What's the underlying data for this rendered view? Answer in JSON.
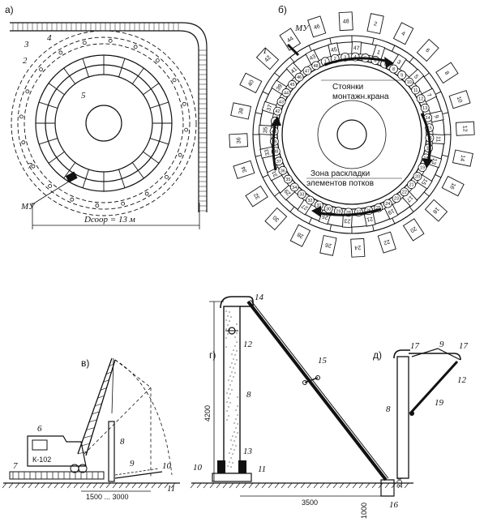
{
  "panels": {
    "a": "а)",
    "b": "б)",
    "v": "в)",
    "g": "г)",
    "d": "д)"
  },
  "panel_a": {
    "labels": [
      "4",
      "3",
      "2",
      "5",
      "7",
      "МУ"
    ],
    "diameter": "Dсоор = 13 м"
  },
  "panel_b": {
    "mu": "МУ",
    "label_1": "1",
    "crane_stops_line1": "Стоянки",
    "crane_stops_line2": "монтажн.крана",
    "layout_zone_line1": "Зона раскладки",
    "layout_zone_line2": "элементов потков",
    "outer_blocks": [
      "2",
      "4",
      "6",
      "8",
      "10",
      "12",
      "14",
      "16",
      "18",
      "20",
      "22",
      "24",
      "26",
      "28",
      "30",
      "32",
      "34",
      "36",
      "38",
      "40",
      "42",
      "44",
      "46",
      "48"
    ],
    "inner_blocks": [
      "1",
      "3",
      "5",
      "7",
      "9",
      "11",
      "13",
      "15",
      "17",
      "19",
      "21",
      "23",
      "25",
      "27",
      "29",
      "31",
      "33",
      "35",
      "37",
      "39",
      "41",
      "43",
      "45",
      "47"
    ],
    "circle_numbers": [
      "1",
      "2",
      "3",
      "4",
      "5",
      "6",
      "7",
      "8",
      "9",
      "10",
      "11",
      "12",
      "13",
      "14",
      "15",
      "16",
      "17",
      "18",
      "19",
      "20",
      "21",
      "22",
      "23",
      "24",
      "25",
      "26",
      "27",
      "28",
      "29",
      "30",
      "31",
      "32",
      "33",
      "34",
      "35",
      "36",
      "37",
      "38",
      "39",
      "40",
      "41",
      "42",
      "43",
      "44",
      "45",
      "46",
      "47",
      "48"
    ]
  },
  "panel_v": {
    "crane": "К-102",
    "labels": [
      "6",
      "7",
      "8",
      "9",
      "10",
      "11"
    ],
    "dimension": "1500 ... 3000"
  },
  "panel_g": {
    "labels": [
      "14",
      "12",
      "8",
      "15",
      "13",
      "10",
      "11",
      "16"
    ],
    "height": "4200",
    "span": "3500",
    "depth": "1000",
    "small": "200"
  },
  "panel_d": {
    "labels": [
      "17",
      "9",
      "17",
      "12",
      "8",
      "19"
    ]
  }
}
